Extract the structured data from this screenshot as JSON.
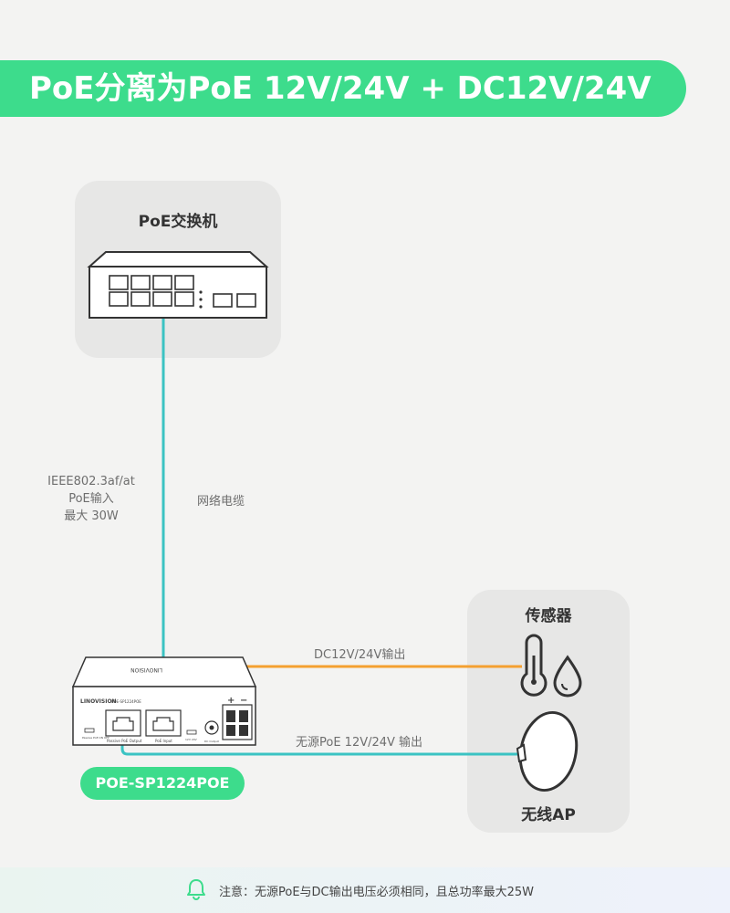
{
  "title": "PoE分离为PoE 12V/24V + DC12V/24V",
  "switch": {
    "label": "PoE交换机"
  },
  "poe_input": {
    "line1": "IEEE802.3af/at",
    "line2": "PoE输入",
    "line3": "最大 30W"
  },
  "cable_label": "网络电缆",
  "dc_output_label": "DC12V/24V输出",
  "passive_poe_label": "无源PoE 12V/24V 输出",
  "devices": {
    "sensor_label": "传感器",
    "ap_label": "无线AP"
  },
  "splitter": {
    "brand": "LINOVISION",
    "model_small": "POE-SP1224POE",
    "port_out_label": "Passive PoE Output",
    "port_in_label": "PoE Input",
    "switch_label": "Passive PoE ON  OFF",
    "volt_select_label": "12V  24V",
    "dc_label": "DC Output",
    "plus": "+",
    "minus": "−"
  },
  "product_label": "POE-SP1224POE",
  "footer": {
    "note": "注意：无源PoE与DC输出电压必须相同，且总功率最大25W"
  },
  "colors": {
    "accent": "#3ddc8c",
    "cable_teal": "#3bc3c3",
    "dc_orange": "#f4a030",
    "cable_green": "#3ddc8c"
  },
  "icons": [
    "network-switch-icon",
    "thermometer-icon",
    "water-drop-icon",
    "wireless-ap-icon",
    "bell-icon"
  ]
}
